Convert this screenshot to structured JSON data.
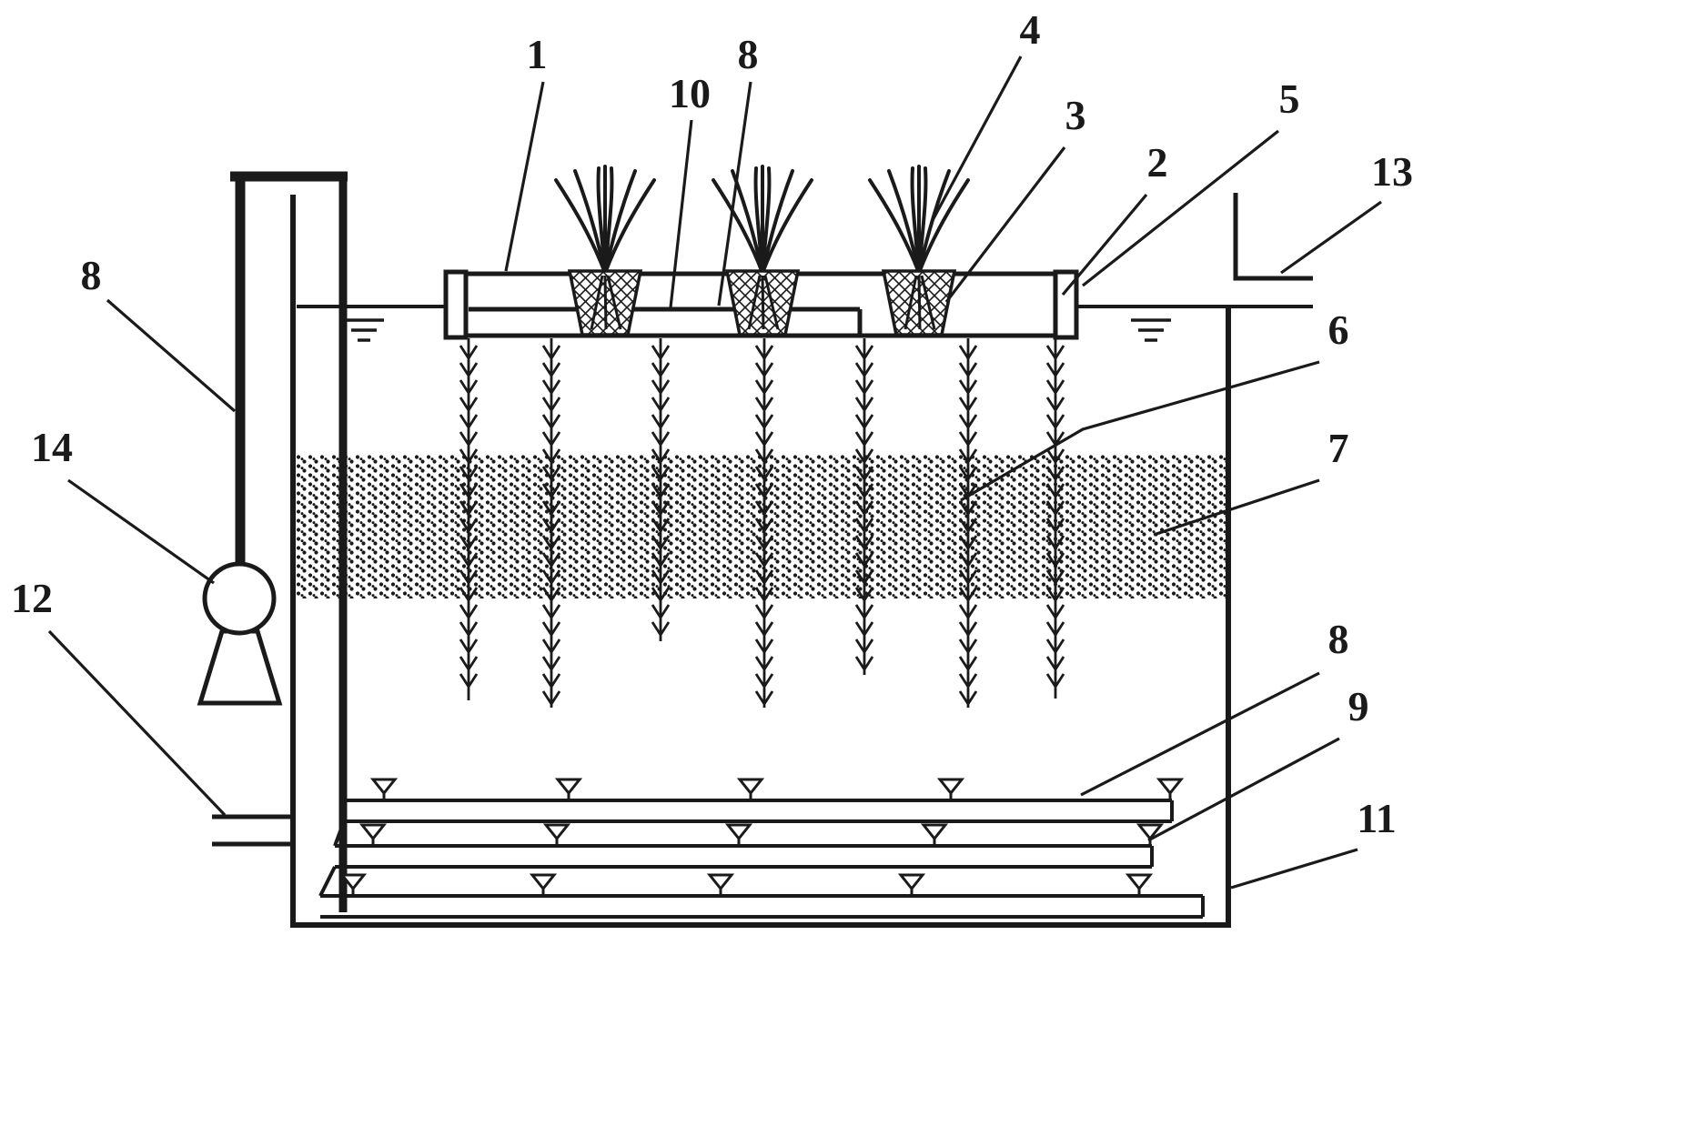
{
  "figure": {
    "background": "#ffffff",
    "ink": "#1a1a1a",
    "labels": [
      {
        "text": "1"
      },
      {
        "text": "10"
      },
      {
        "text": "8"
      },
      {
        "text": "4"
      },
      {
        "text": "3"
      },
      {
        "text": "2"
      },
      {
        "text": "5"
      },
      {
        "text": "13"
      },
      {
        "text": "8"
      },
      {
        "text": "14"
      },
      {
        "text": "6"
      },
      {
        "text": "7"
      },
      {
        "text": "12"
      },
      {
        "text": "8"
      },
      {
        "text": "9"
      },
      {
        "text": "11"
      }
    ]
  }
}
